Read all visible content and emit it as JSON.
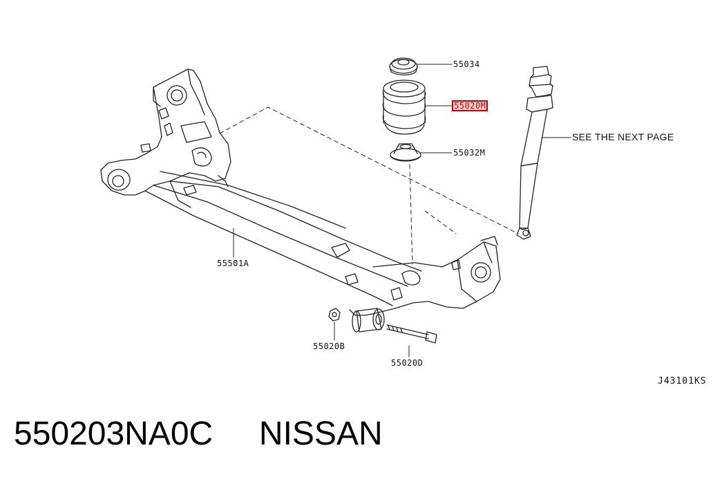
{
  "labels": {
    "insulator_upper": "55034",
    "coil_spring": "55020M",
    "seat_lower": "55032M",
    "shock_ref": "SEE THE NEXT PAGE",
    "beam": "55501A",
    "nut": "55020B",
    "bolt": "55020D",
    "diagram_code": "J43101KS"
  },
  "footer": {
    "part_number": "550203NA0C",
    "brand": "NISSAN"
  },
  "colors": {
    "line": "#222222",
    "highlight": "#cc0000",
    "highlight_bg": "#f6d6d6"
  }
}
